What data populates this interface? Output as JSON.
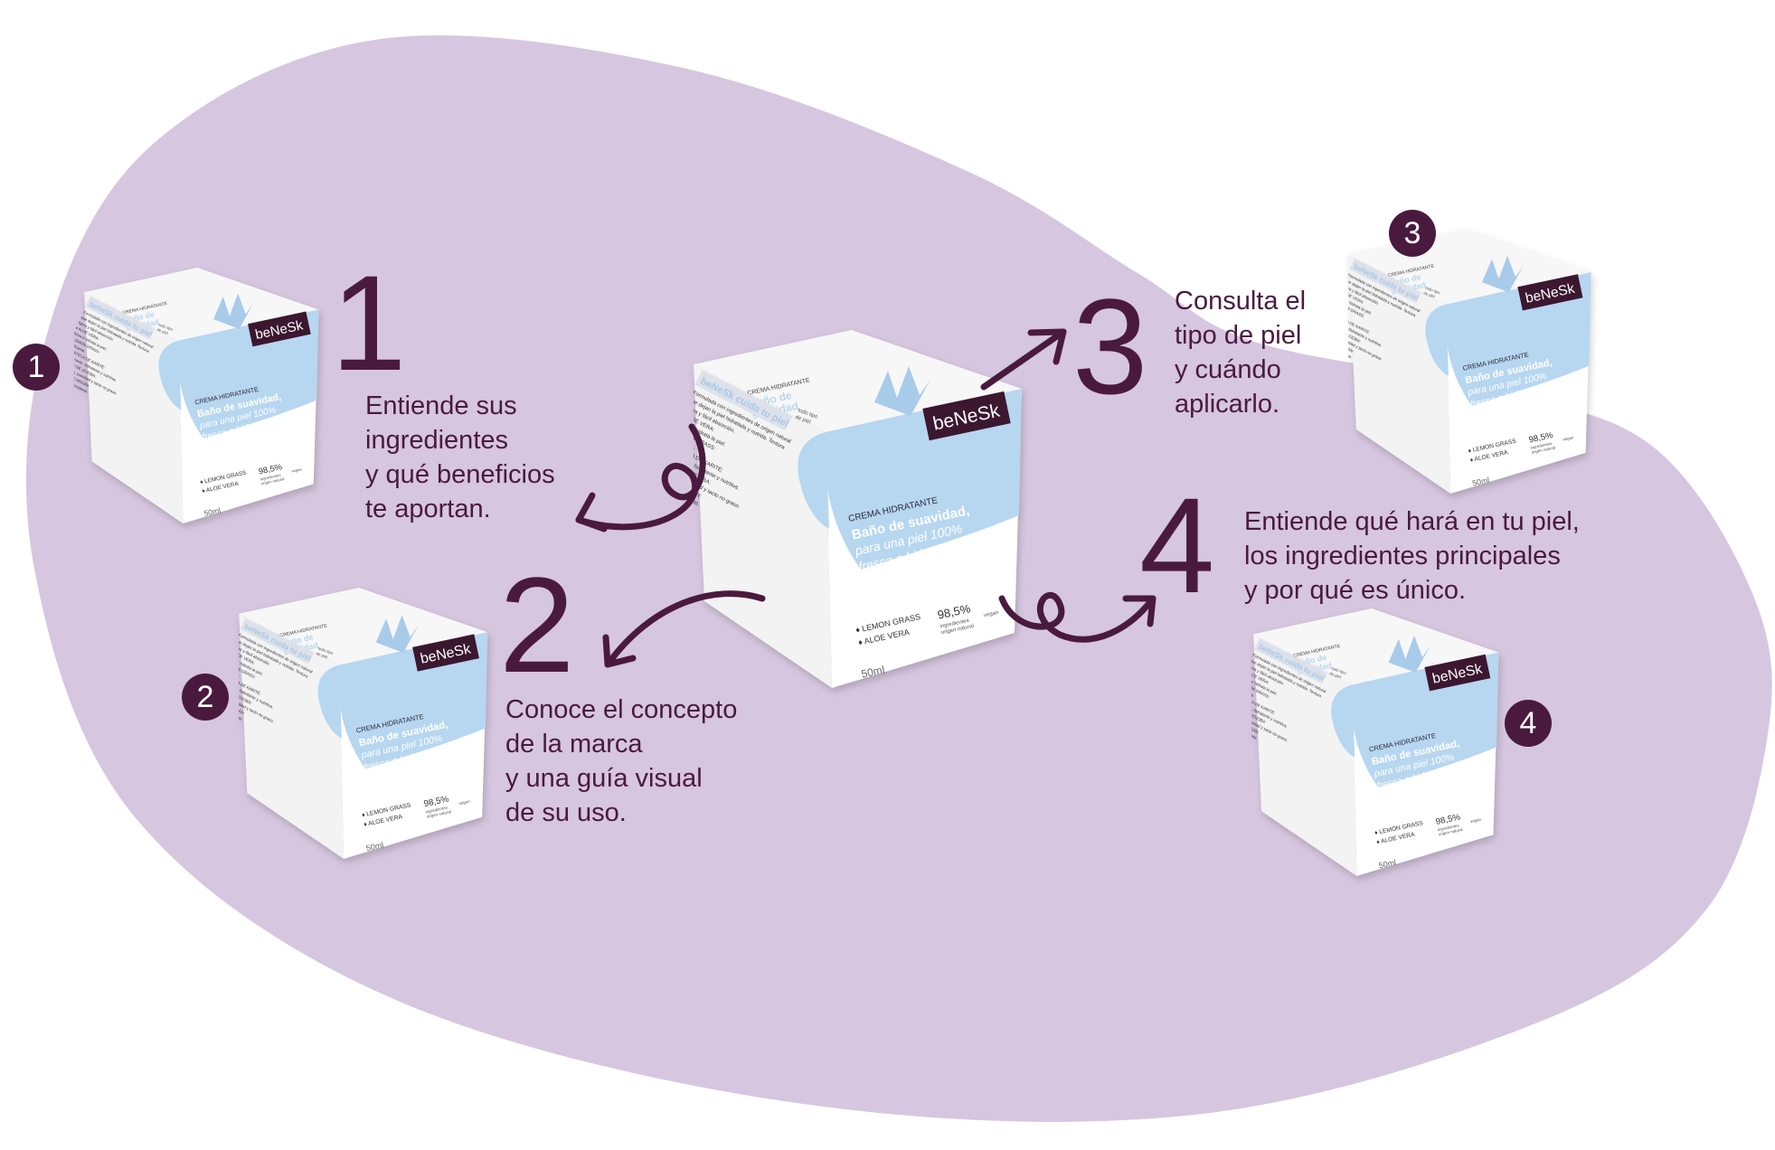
{
  "colors": {
    "blob": "#d6c6df",
    "accent": "#4a1a3e",
    "box_blue": "#b7d6f0"
  },
  "product": {
    "brand": "beNeSk",
    "tagline": "beNeSk cuida tu piel",
    "top_title": "CREMA HIDRATANTE",
    "top_name_1": "Baño de",
    "top_name_2": "suavidad",
    "skin_type_1": "todo tipo",
    "skin_type_2": "de piel",
    "category": "CREMA HIDRATANTE",
    "headline": "Baño de suavidad,",
    "sub_1": "para una piel 100%",
    "sub_2": "fresca e hidratada",
    "ingredient_1": "♦ LEMON GRASS",
    "ingredient_2": "♦ ALOE VERA",
    "percent": "98,5%",
    "percent_label_1": "ingredientes",
    "percent_label_2": "origen natural",
    "vegan": "vegan",
    "volume": "50ml",
    "side_text": [
      "Formulada con ingredientes de origen natural",
      "que dejan la piel hidratada y nutrida. Textura",
      "ligera y fácil absorción.",
      "♦ ALOE VERA:",
      "Alivia e hidrata la piel.",
      "♦ LEMON GRASS:",
      "Purificante.",
      "♦ MANTECA DE KARITÉ:",
      "Regenerante, hidratante y nutritiva.",
      "♦ ACEITE DE JOJOBA:",
      "Hidratación, suavidad y tacto no graso.",
      "♦ ACEITE DE ARGÁN:",
      "Nutritivo y antioxidante."
    ]
  },
  "steps": [
    {
      "badge": "1",
      "number": "1",
      "lines": [
        "Entiende sus",
        "ingredientes",
        "y qué beneficios",
        "te aportan."
      ]
    },
    {
      "badge": "2",
      "number": "2",
      "lines": [
        "Conoce el concepto",
        "de la marca",
        "y una guía visual",
        "de su uso."
      ]
    },
    {
      "badge": "3",
      "number": "3",
      "lines": [
        "Consulta el",
        "tipo de piel",
        "y cuándo",
        "aplicarlo."
      ]
    },
    {
      "badge": "4",
      "number": "4",
      "lines": [
        "Entiende qué hará en tu piel,",
        "los ingredientes principales",
        "y por qué es único."
      ]
    }
  ]
}
